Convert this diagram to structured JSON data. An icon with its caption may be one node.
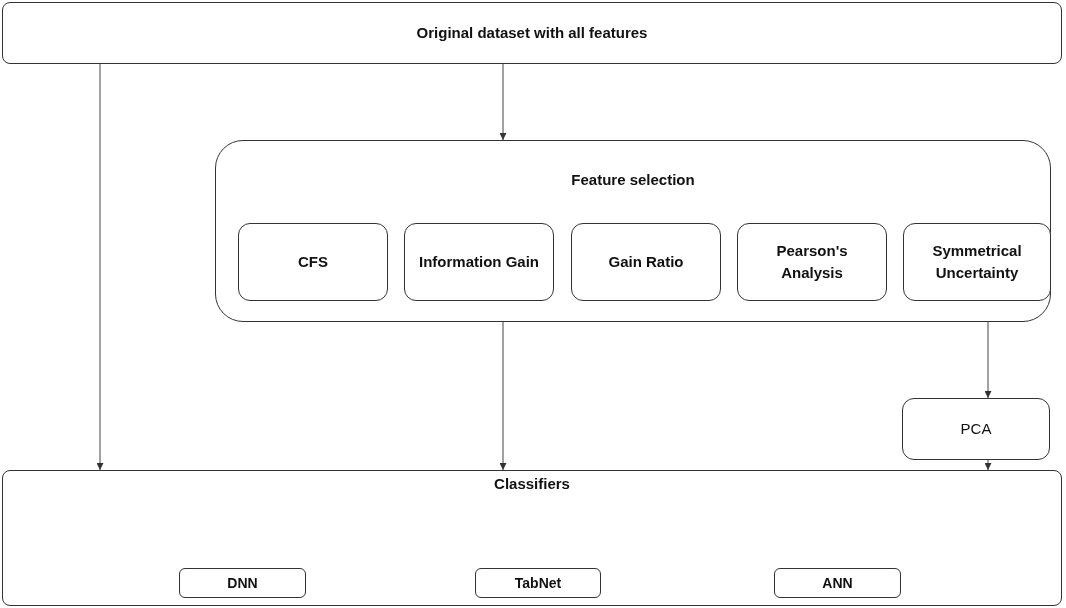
{
  "diagram": {
    "nodes": [
      {
        "text": [
          "Original dataset with all features"
        ]
      },
      {
        "text": [
          "Feature selection"
        ]
      },
      {
        "text": [
          "CFS"
        ],
        "in": 1
      },
      {
        "text": [
          "Information Gain"
        ],
        "in": 1
      },
      {
        "text": [
          "Gain Ratio"
        ],
        "in": 1
      },
      {
        "text": [
          "Pearson's Analysis"
        ],
        "in": 1
      },
      {
        "text": [
          "Symmetrical Uncertainty"
        ],
        "in": 1
      },
      {
        "text": [
          "PCA"
        ]
      },
      {
        "text": [
          "Classifiers"
        ]
      },
      {
        "text": [
          "DNN"
        ],
        "in": 8
      },
      {
        "text": [
          "TabNet"
        ],
        "in": 8
      },
      {
        "text": [
          "ANN"
        ],
        "in": 8
      }
    ],
    "edges": [
      {
        "from": 0,
        "to": 8,
        "arrow": "to"
      },
      {
        "from": 0,
        "to": 1,
        "arrow": "to"
      },
      {
        "from": 1,
        "to": 8,
        "arrow": "to"
      },
      {
        "from": 1,
        "to": 7,
        "arrow": "to"
      },
      {
        "from": 7,
        "to": 8,
        "arrow": "to"
      }
    ]
  }
}
